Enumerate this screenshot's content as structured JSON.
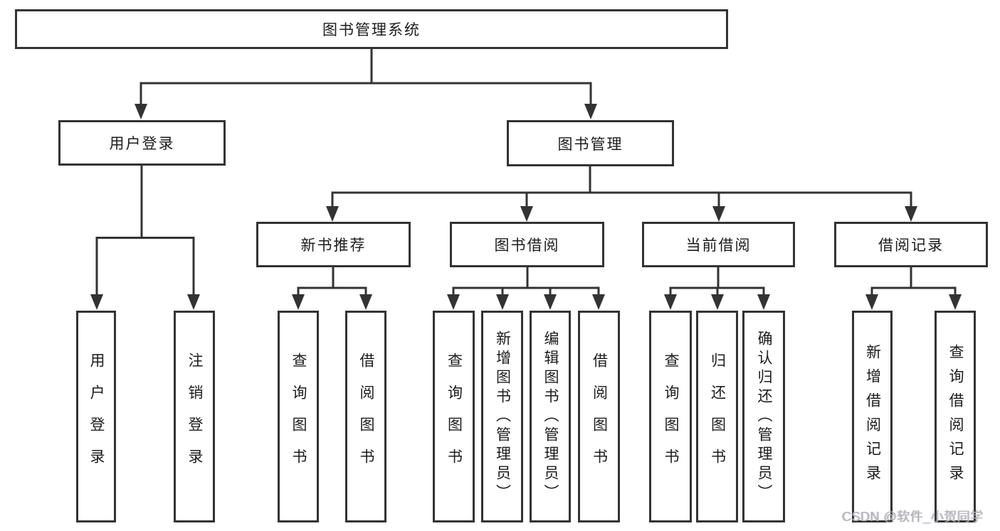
{
  "diagram": {
    "title": "图书管理系统",
    "nodes": {
      "root": {
        "label": "图书管理系统"
      },
      "user_login": {
        "label": "用户登录"
      },
      "book_management": {
        "label": "图书管理"
      },
      "new_book_recommend": {
        "label": "新书推荐"
      },
      "book_borrowing": {
        "label": "图书借阅"
      },
      "current_borrowing": {
        "label": "当前借阅"
      },
      "borrowing_records": {
        "label": "借阅记录"
      },
      "leaf_user_login": {
        "label": "用户登录"
      },
      "leaf_logout": {
        "label": "注销登录"
      },
      "leaf_query_books_recommend": {
        "label": "查询图书"
      },
      "leaf_borrow_books_recommend": {
        "label": "借阅图书"
      },
      "leaf_query_books_borrowing": {
        "label": "查询图书"
      },
      "leaf_add_books": {
        "label": "新增图书（管理员）"
      },
      "leaf_edit_books": {
        "label": "编辑图书（管理员）"
      },
      "leaf_borrow_books_borrowing": {
        "label": "借阅图书"
      },
      "leaf_query_books_current": {
        "label": "查询图书"
      },
      "leaf_return_books": {
        "label": "归还图书"
      },
      "leaf_confirm_return": {
        "label": "确认归还（管理员）"
      },
      "leaf_add_borrow_record": {
        "label": "新增借阅记录"
      },
      "leaf_query_borrow_record": {
        "label": "查询借阅记录"
      }
    },
    "colors": {
      "line": "#333333",
      "text": "#1c1c1c",
      "background": "#ffffff",
      "watermark": "#b3b7bb"
    }
  },
  "watermark": {
    "text": "CSDN @软件_小贺同学"
  }
}
